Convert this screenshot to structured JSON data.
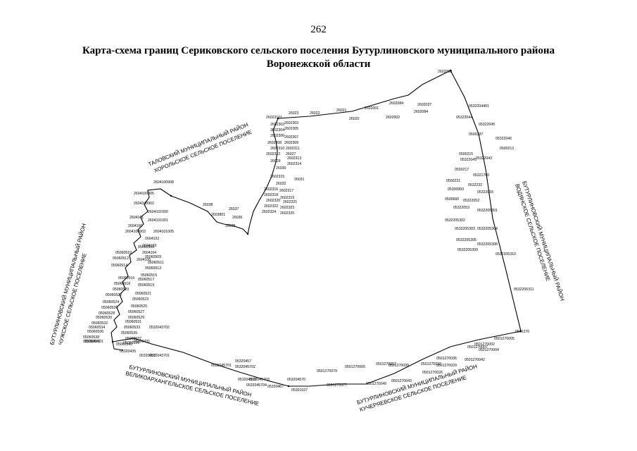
{
  "page_number": "262",
  "title_line1": "Карта-схема границ Сериковского сельского поселения Бутурлиновского муниципального района",
  "title_line2": "Воронежской области",
  "neighbors": {
    "talovsky": {
      "line1": "ТАЛОВСКИЙ МУНИЦИПАЛЬНЫЙ РАЙОН",
      "line2": "ХОРОЛЬСКОЕ СЕЛЬСКОЕ ПОСЕЛЕНИЕ"
    },
    "chuzhskoe": {
      "line1": "БУТУРЛИНОВСКИЙ МУНИЦИПАЛЬНЫЙ РАЙОН",
      "line2": "ЧУЖСКОЕ СЕЛЬСКОЕ ПОСЕЛЕНИЕ"
    },
    "velikoarkhangelskoe": {
      "line1": "БУТУРЛИНОВСКИЙ МУНИЦИПАЛЬНЫЙ РАЙОН",
      "line2": "ВЕЛИКОАРХАНГЕЛЬСКОЕ СЕЛЬСКОЕ ПОСЕЛЕНИЕ"
    },
    "kucheryaevskoe": {
      "line1": "БУТУРЛИНОВСКИЙ МУНИЦИПАЛЬНЫЙ РАЙОН",
      "line2": "КУЧЕРЯЕВСКОЕ СЕЛЬСКОЕ ПОСЕЛЕНИЕ"
    },
    "vodyanskoe": {
      "line1": "БУТУРЛИНОВСКИЙ МУНИЦИПАЛЬНЫЙ РАЙОН",
      "line2": "ВОДЯНСКОЕ СЕЛЬСКОЕ ПОСЕЛЕНИЕ"
    }
  },
  "point_labels": {
    "top": [
      "2602098",
      "2602037",
      "2602084",
      "2602084",
      "2602001",
      "26021",
      "26022",
      "26023",
      "26020",
      "2602902",
      "26023101"
    ],
    "north_west": [
      "2602302",
      "2602303",
      "2602304",
      "2602305",
      "2602306",
      "2602307",
      "2602308",
      "2602309",
      "2602310",
      "2602311",
      "2602312",
      "26027",
      "2602313",
      "26029",
      "2602314",
      "26030",
      "2602315",
      "26031",
      "26032",
      "2602316",
      "2602317",
      "2602318",
      "2602319",
      "2602320",
      "2602321",
      "2602322",
      "2602323",
      "2602324",
      "2602325"
    ],
    "west_top": [
      "26038",
      "26037",
      "26036",
      "26035",
      "2603801",
      "2604100908",
      "2604100905",
      "2604100902",
      "2604101",
      "2604100",
      "2604100903",
      "2604101000",
      "2604101005",
      "2604101001",
      "2604102",
      "2604103",
      "2604104",
      "2604105"
    ],
    "west": [
      "05060508",
      "05060509",
      "05060510",
      "05060511",
      "05060512",
      "05060513",
      "05060514",
      "05060515",
      "05060516",
      "05060517",
      "05060518",
      "05060519",
      "05060520",
      "05060521",
      "05060522",
      "05060523",
      "05060524",
      "05060525",
      "05060526",
      "05060527",
      "05060528",
      "05060529",
      "05060530",
      "05060531",
      "05060532",
      "05060533",
      "05060534",
      "05060535",
      "05060536",
      "05060537",
      "05060538",
      "05060539",
      "05060540",
      "05060541",
      "0532042101"
    ],
    "south_west": [
      "05320431",
      "05320435",
      "05320437",
      "0532043701",
      "0532043702",
      "05320457",
      "0532045701",
      "0532045702",
      "0532045703",
      "053204570",
      "0532045704",
      "05320467",
      "053204570"
    ],
    "south": [
      "05301537",
      "0501270077",
      "0501270079",
      "0501270065",
      "0501270057",
      "0501270039",
      "0501270049",
      "0501270043",
      "0501270032",
      "0501270026",
      "0501270029",
      "0501270036",
      "0501270042",
      "0501270007",
      "0501270002",
      "0501270004",
      "0501270005",
      "0501270"
    ],
    "east": [
      "0532204401",
      "05322044",
      "05322045",
      "0500237",
      "05322046",
      "0500212",
      "0500215",
      "05322045",
      "05322043",
      "0500217",
      "05321700",
      "0500221",
      "0532232",
      "05300950",
      "05322055",
      "05322052",
      "0500660",
      "05322053",
      "0532205301",
      "0532205302",
      "0532205303",
      "0532205304",
      "0532205305",
      "0532205308",
      "0532205309",
      "0532205310",
      "0532205311"
    ]
  }
}
